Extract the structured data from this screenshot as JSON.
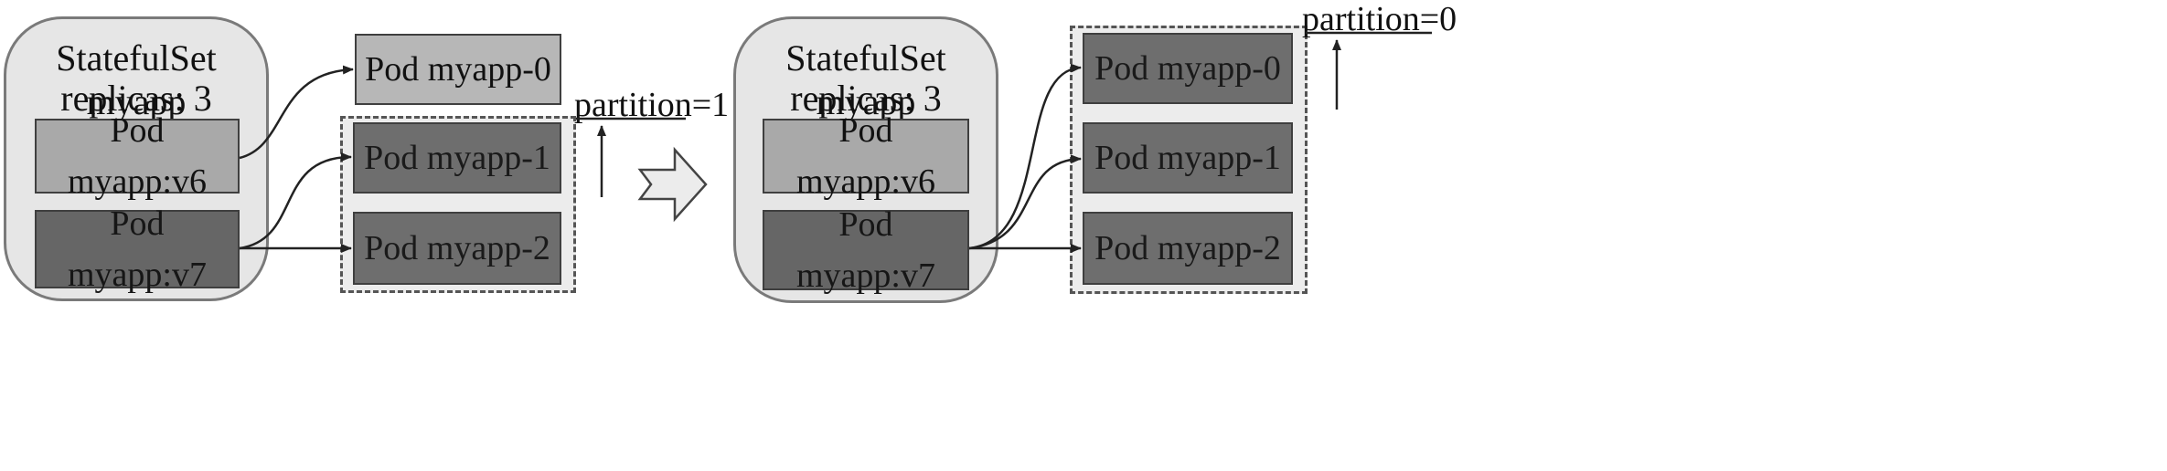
{
  "left": {
    "statefulset": {
      "title": "StatefulSet myapp",
      "replicas": "replicas: 3"
    },
    "template_v6": {
      "line1": "Pod",
      "line2": "myapp:v6"
    },
    "template_v7": {
      "line1": "Pod",
      "line2": "myapp:v7"
    },
    "pods": [
      "Pod myapp-0",
      "Pod myapp-1",
      "Pod myapp-2"
    ],
    "partition": "partition=1"
  },
  "right": {
    "statefulset": {
      "title": "StatefulSet myapp",
      "replicas": "replicas: 3"
    },
    "template_v6": {
      "line1": "Pod",
      "line2": "myapp:v6"
    },
    "template_v7": {
      "line1": "Pod",
      "line2": "myapp:v7"
    },
    "pods": [
      "Pod myapp-0",
      "Pod myapp-1",
      "Pod myapp-2"
    ],
    "partition": "partition=0"
  },
  "colors": {
    "set_fill": "#e6e6e6",
    "v6_fill": "#a9a9a9",
    "v7_fill": "#666666",
    "old_pod": "#b7b7b7",
    "new_pod": "#6e6e6e"
  }
}
